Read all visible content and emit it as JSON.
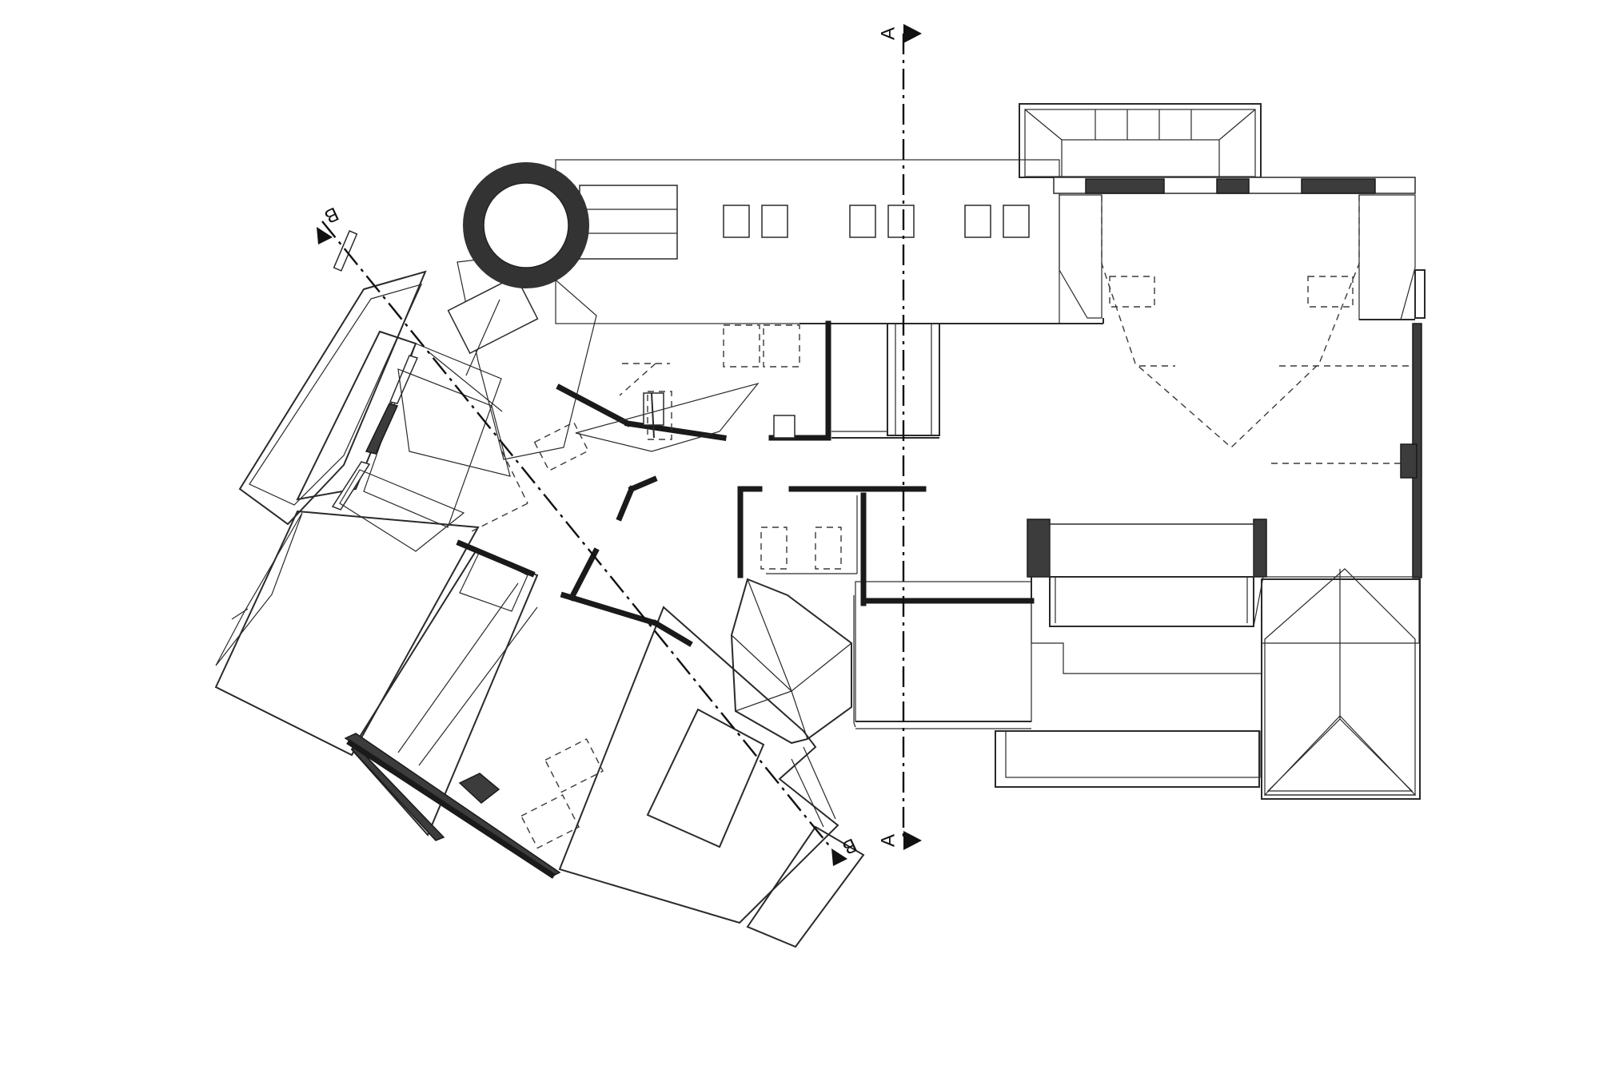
{
  "section_marks": [
    {
      "id": "a-top",
      "letter": "A"
    },
    {
      "id": "a-bottom",
      "letter": "A"
    },
    {
      "id": "b-top",
      "letter": "B"
    },
    {
      "id": "b-bottom",
      "letter": "B"
    }
  ],
  "colors": {
    "line": "#2a2a2a",
    "solid_wall": "#3c3c3c",
    "background": "#ffffff"
  }
}
